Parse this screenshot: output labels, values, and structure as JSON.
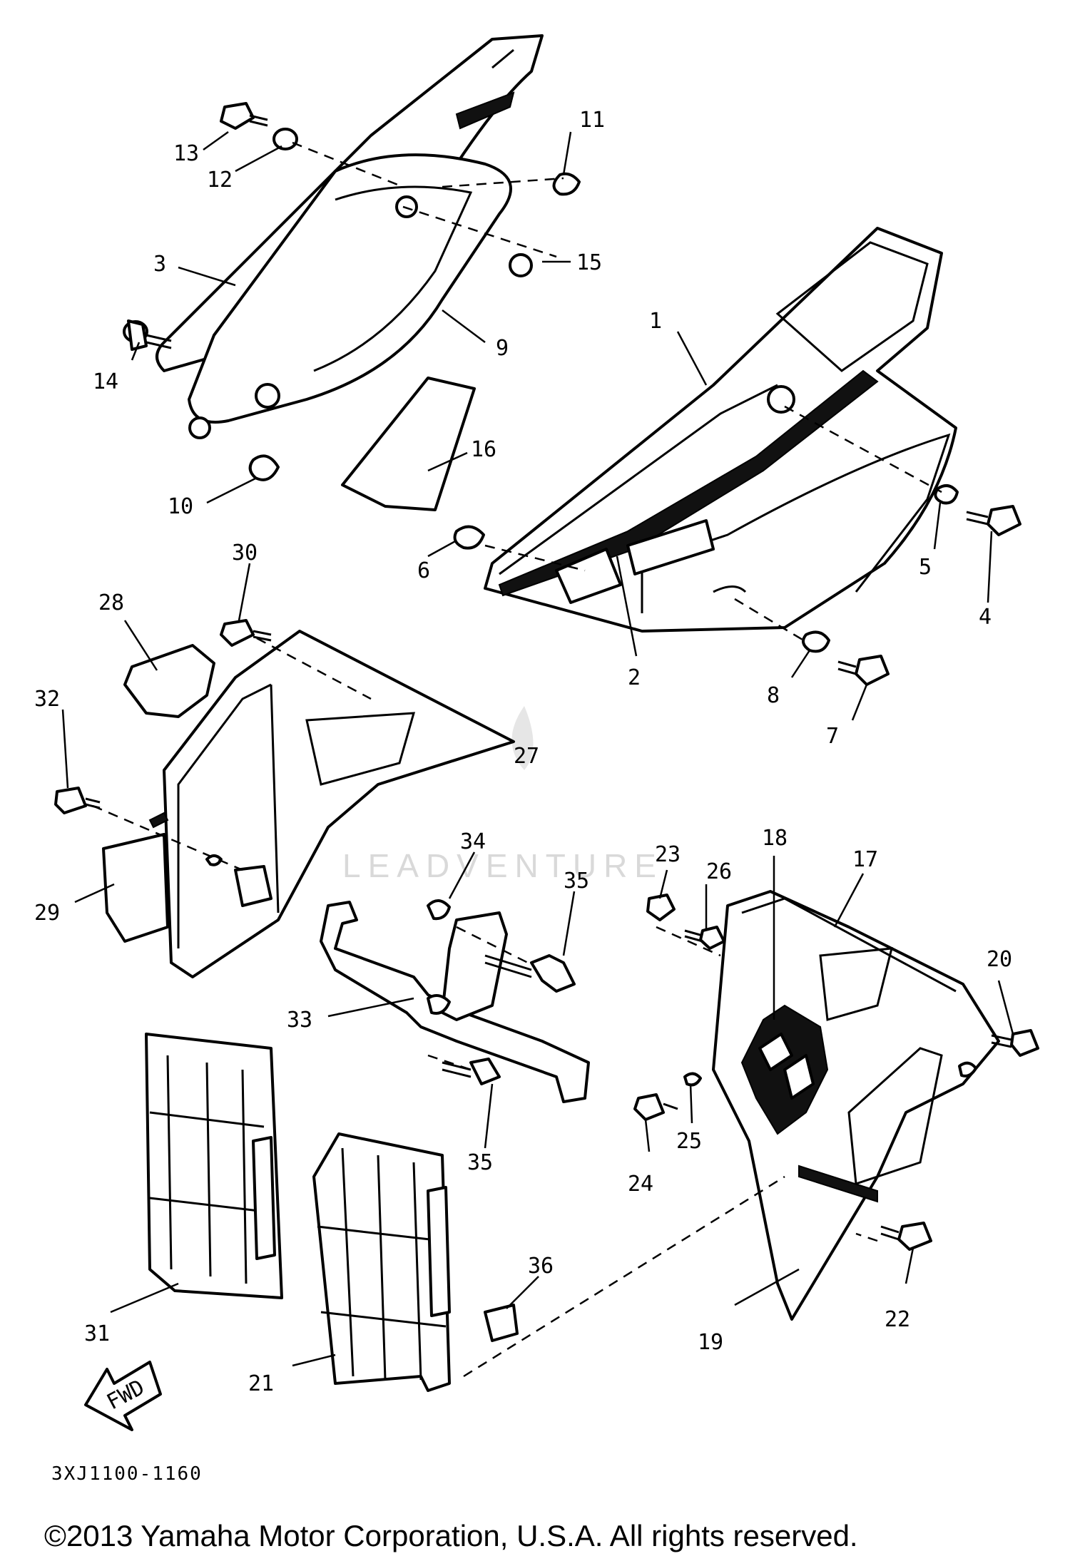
{
  "callouts": [
    "1",
    "2",
    "3",
    "4",
    "5",
    "6",
    "7",
    "8",
    "9",
    "10",
    "11",
    "12",
    "13",
    "14",
    "15",
    "16",
    "17",
    "18",
    "19",
    "20",
    "21",
    "22",
    "23",
    "24",
    "25",
    "26",
    "27",
    "28",
    "29",
    "30",
    "31",
    "32",
    "33",
    "34",
    "35",
    "35",
    "36"
  ],
  "fwd_label": "FWD",
  "diagram_code": "3XJ1100-1160",
  "copyright": "©2013 Yamaha Motor Corporation, U.S.A. All rights reserved.",
  "watermark": "LEADVENTURE"
}
